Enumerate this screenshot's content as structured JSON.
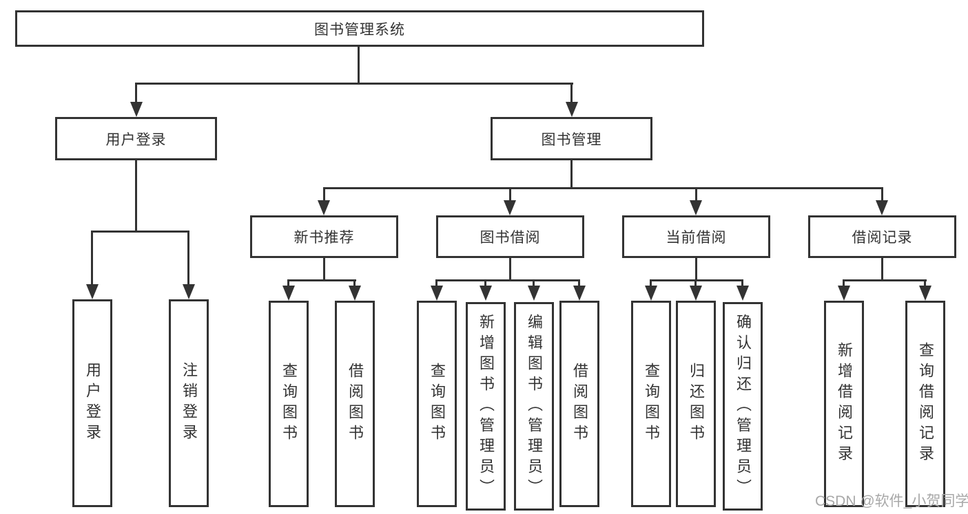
{
  "tree": {
    "root": {
      "label": "图书管理系统",
      "children": [
        {
          "label": "用户登录",
          "children": [
            {
              "label": "用户登录"
            },
            {
              "label": "注销登录"
            }
          ]
        },
        {
          "label": "图书管理",
          "children": [
            {
              "label": "新书推荐",
              "children": [
                {
                  "label": "查询图书"
                },
                {
                  "label": "借阅图书"
                }
              ]
            },
            {
              "label": "图书借阅",
              "children": [
                {
                  "label": "查询图书"
                },
                {
                  "label": "新增图书（管理员）"
                },
                {
                  "label": "编辑图书（管理员）"
                },
                {
                  "label": "借阅图书"
                }
              ]
            },
            {
              "label": "当前借阅",
              "children": [
                {
                  "label": "查询图书"
                },
                {
                  "label": "归还图书"
                },
                {
                  "label": "确认归还（管理员）"
                }
              ]
            },
            {
              "label": "借阅记录",
              "children": [
                {
                  "label": "新增借阅记录"
                },
                {
                  "label": "查询借阅记录"
                }
              ]
            }
          ]
        }
      ]
    }
  },
  "watermark": "CSDN @软件_小贺同学",
  "colors": {
    "line": "#333333",
    "text": "#333333",
    "watermark": "#a8a8a8",
    "background": "#ffffff"
  }
}
